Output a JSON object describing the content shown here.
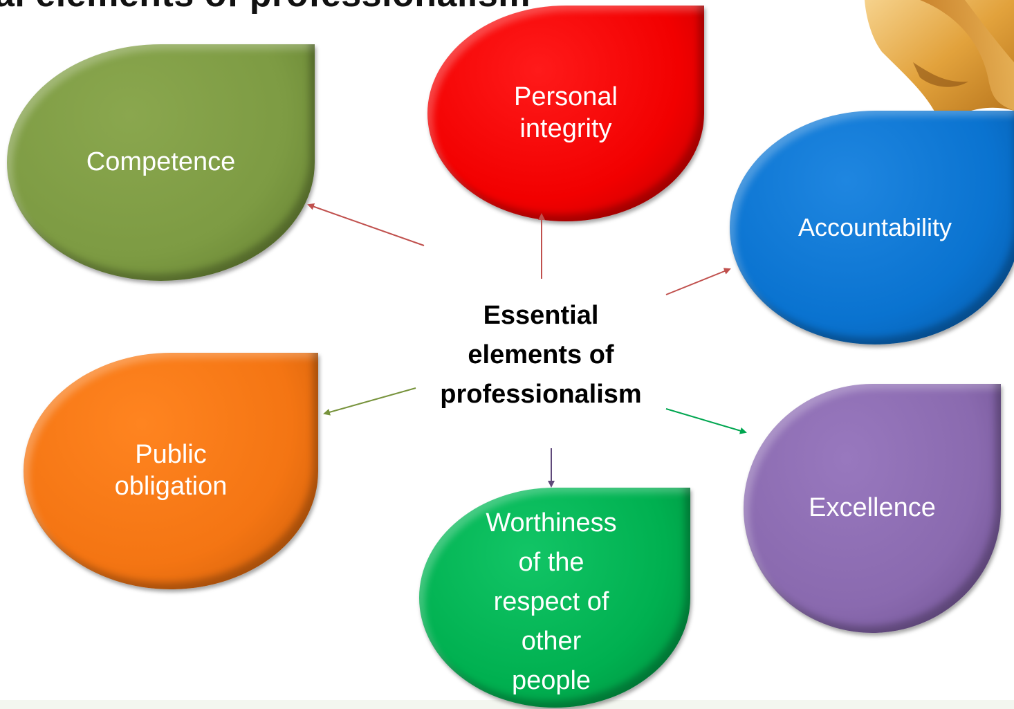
{
  "title": "al elements of professionalism",
  "center": {
    "label": "Essential\nelements of\nprofessionalism"
  },
  "elements": {
    "competence": {
      "label": "Competence",
      "color": "#7d9b43"
    },
    "personal_integrity": {
      "label": "Personal\nintegrity",
      "color": "#f20000"
    },
    "accountability": {
      "label": "Accountability",
      "color": "#0a73d0"
    },
    "public_obligation": {
      "label": "Public\nobligation",
      "color": "#f47513"
    },
    "worthiness": {
      "label": "Worthiness\nof the\nrespect of\nother\npeople",
      "color": "#00b050"
    },
    "excellence": {
      "label": "Excellence",
      "color": "#8a6aaf"
    }
  },
  "arrow_colors": {
    "competence": "#c0504d",
    "personal_integrity": "#c0504d",
    "accountability": "#c0504d",
    "public_obligation": "#77933c",
    "worthiness": "#5f497a",
    "excellence": "#00a650"
  }
}
